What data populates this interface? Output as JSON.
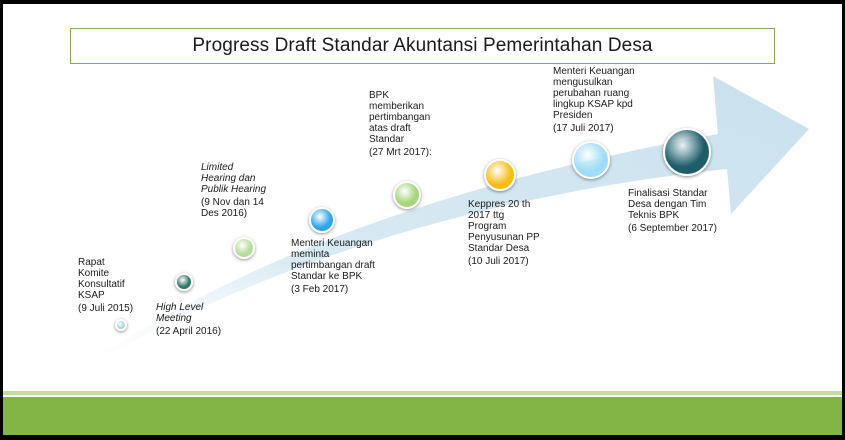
{
  "title": "Progress Draft Standar Akuntansi Pemerintahan Desa",
  "colors": {
    "arrow_fill": "#d3e6f1",
    "title_border": "#7fb04a",
    "footer": "#82b446"
  },
  "milestones": [
    {
      "text": "Rapat\nKomite\nKonsultatif\nKSAP",
      "date": "(9 Juli 2015)",
      "color": "#a8d8ea"
    },
    {
      "text": "High Level\nMeeting",
      "date": "(22 April 2016)",
      "color": "#2f7a68",
      "italic": true
    },
    {
      "text": "Limited\nHearing dan\nPublik Hearing",
      "date": "(9 Nov dan 14\nDes 2016)",
      "color": "#b5dd9a",
      "italic": true
    },
    {
      "text": "Menteri Keuangan\nmeminta\npertimbangan draft\nStandar ke BPK",
      "date": "(3 Feb 2017)",
      "color": "#2ea6e6"
    },
    {
      "text": "BPK\nmemberikan\npertimbangan\natas draft\nStandar",
      "date": "(27 Mrt 2017):",
      "color": "#a6d57c"
    },
    {
      "text": "Keppres 20 th\n2017 ttg\nProgram\nPenyusunan PP\nStandar Desa",
      "date": "(10 Juli 2017)",
      "color": "#f7bd17"
    },
    {
      "text": "Menteri Keuangan\nmengusulkan\nperubahan ruang\nlingkup KSAP kpd\nPresiden",
      "date": "(17 Juli 2017)",
      "color": "#9fdcf7"
    },
    {
      "text": "Finalisasi Standar\nDesa dengan Tim\nTeknis BPK",
      "date": "(6 September 2017)",
      "color": "#1f5d6b"
    }
  ]
}
